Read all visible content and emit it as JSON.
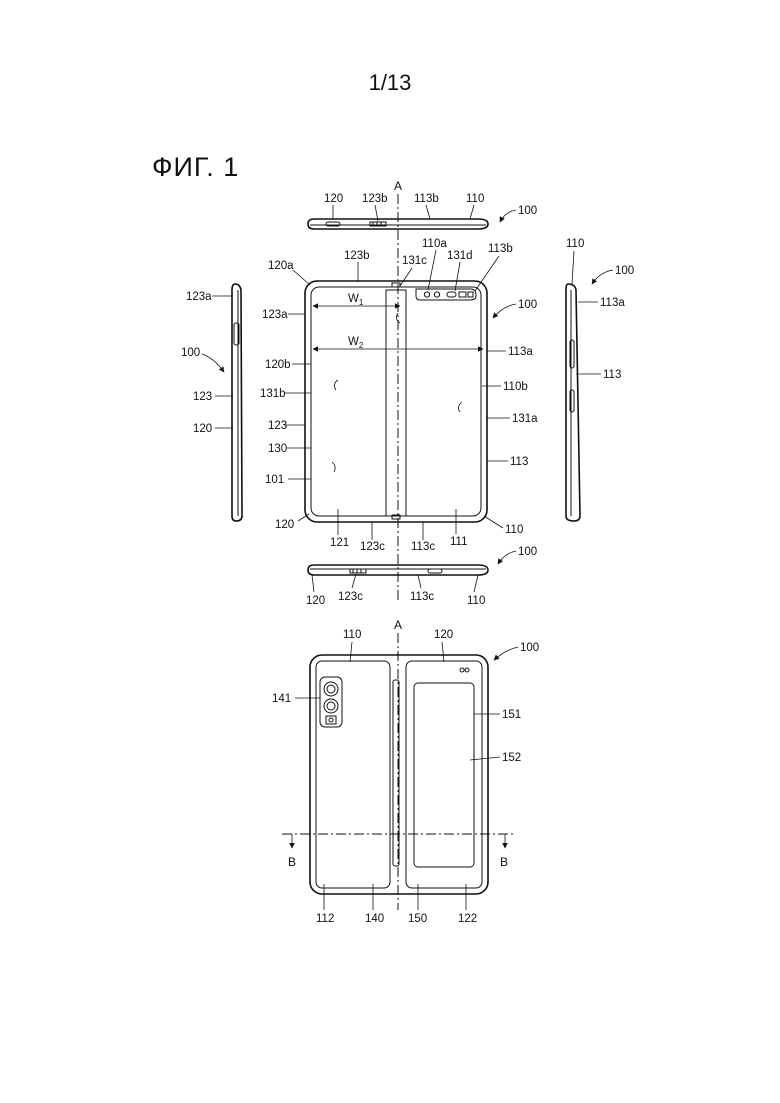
{
  "page_number": "1/13",
  "figure_title": "ФИГ. 1",
  "labels": {
    "axis_a": "A",
    "axis_b": "B",
    "n100": "100",
    "n101": "101",
    "n110": "110",
    "n110a": "110a",
    "n110b": "110b",
    "n111": "111",
    "n112": "112",
    "n113": "113",
    "n113a": "113a",
    "n113b": "113b",
    "n113c": "113c",
    "n120": "120",
    "n120a": "120a",
    "n120b": "120b",
    "n121": "121",
    "n122": "122",
    "n123": "123",
    "n123a": "123a",
    "n123b": "123b",
    "n123c": "123c",
    "n130": "130",
    "n131a": "131a",
    "n131b": "131b",
    "n131c": "131c",
    "n131d": "131d",
    "n140": "140",
    "n141": "141",
    "n150": "150",
    "n151": "151",
    "n152": "152",
    "w1_base": "W",
    "w1_sub": "1",
    "w2_base": "W",
    "w2_sub": "2"
  }
}
